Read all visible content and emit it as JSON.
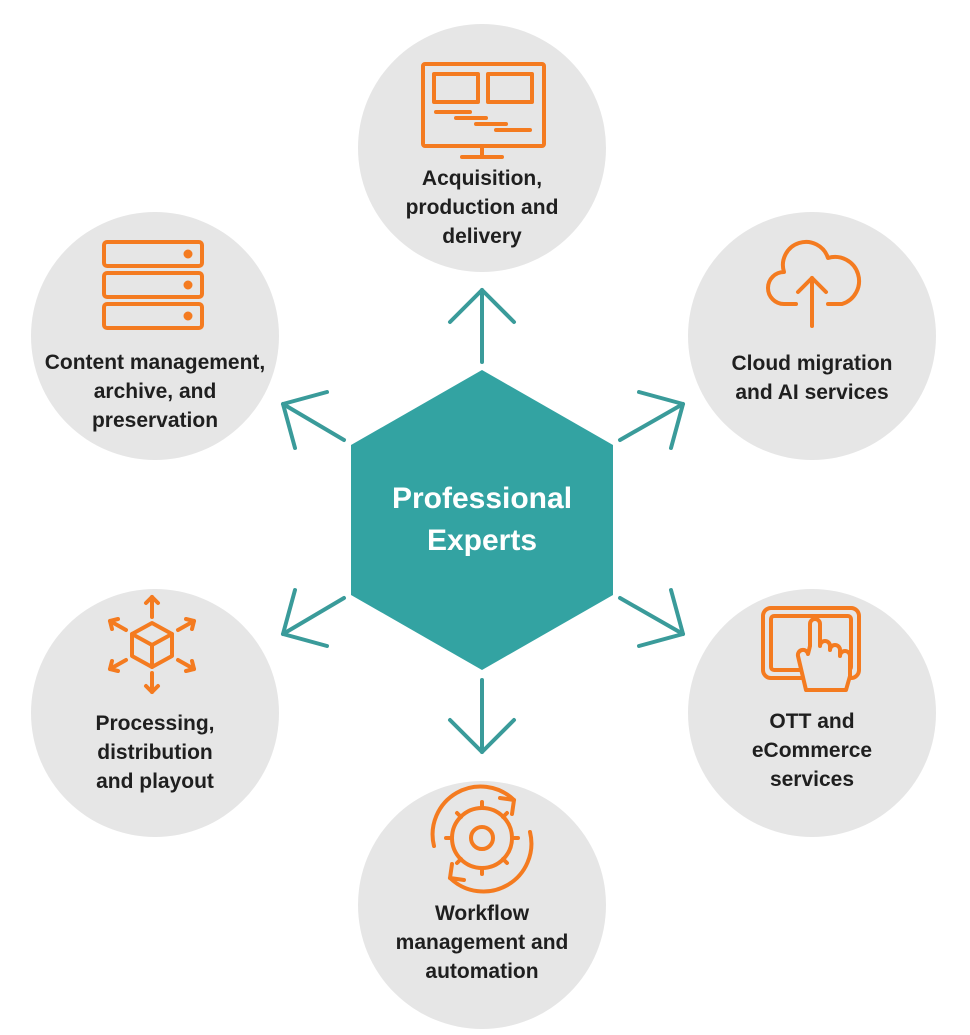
{
  "center": {
    "title_line1": "Professional",
    "title_line2": "Experts"
  },
  "nodes": [
    {
      "label": "Acquisition,\nproduction and\ndelivery",
      "icon": "monitor-icon"
    },
    {
      "label": "Cloud migration\nand AI services",
      "icon": "cloud-upload-icon"
    },
    {
      "label": "OTT and\neCommerce\nservices",
      "icon": "touch-tablet-icon"
    },
    {
      "label": "Workflow\nmanagement and\nautomation",
      "icon": "gear-cycle-icon"
    },
    {
      "label": "Processing,\ndistribution\nand playout",
      "icon": "cube-distribution-icon"
    },
    {
      "label": "Content management,\narchive, and\npreservation",
      "icon": "server-stack-icon"
    }
  ],
  "colors": {
    "hub": "#33a3a2",
    "arrow": "#3a9b9a",
    "node_bg": "#e6e6e6",
    "icon": "#f47b20",
    "text": "#1f1f1f"
  }
}
